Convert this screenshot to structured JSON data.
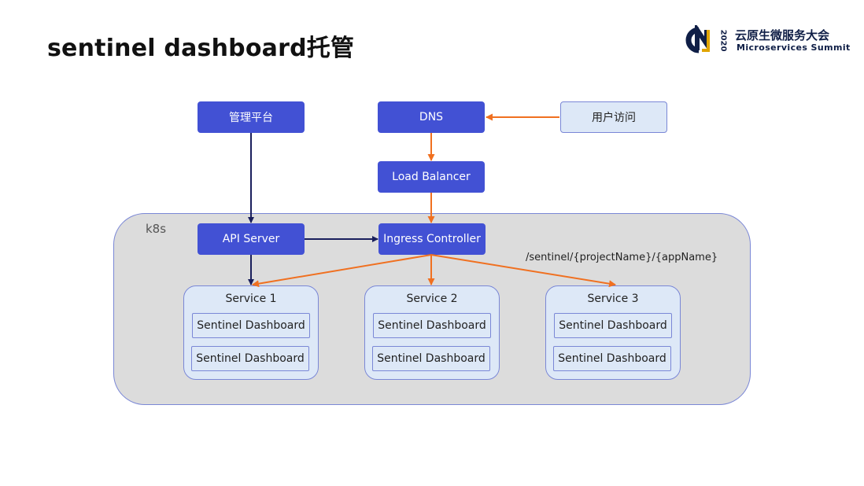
{
  "slide": {
    "title": "sentinel dashboard托管"
  },
  "logo": {
    "mark_text": "CN",
    "year": "2020",
    "name_cn": "云原生微服务大会",
    "name_en": "Microservices Summit",
    "colors": {
      "navy": "#0f1e46",
      "gold": "#e0a400"
    }
  },
  "diagram": {
    "cluster_label": "k8s",
    "nodes": {
      "management_platform": "管理平台",
      "dns": "DNS",
      "user_access": "用户访问",
      "load_balancer": "Load Balancer",
      "api_server": "API Server",
      "ingress_controller": "Ingress Controller"
    },
    "route_label": "/sentinel/{projectName}/{appName}",
    "services": [
      {
        "label": "Service 1",
        "instances": [
          "Sentinel Dashboard",
          "Sentinel Dashboard"
        ]
      },
      {
        "label": "Service 2",
        "instances": [
          "Sentinel Dashboard",
          "Sentinel Dashboard"
        ]
      },
      {
        "label": "Service 3",
        "instances": [
          "Sentinel Dashboard",
          "Sentinel Dashboard"
        ]
      }
    ],
    "colors": {
      "node_dark": "#4251d4",
      "node_light": "#dde8f7",
      "cluster_bg": "#dcdcdc",
      "arrow_dark": "#1a1f5c",
      "arrow_orange": "#f07020"
    }
  }
}
